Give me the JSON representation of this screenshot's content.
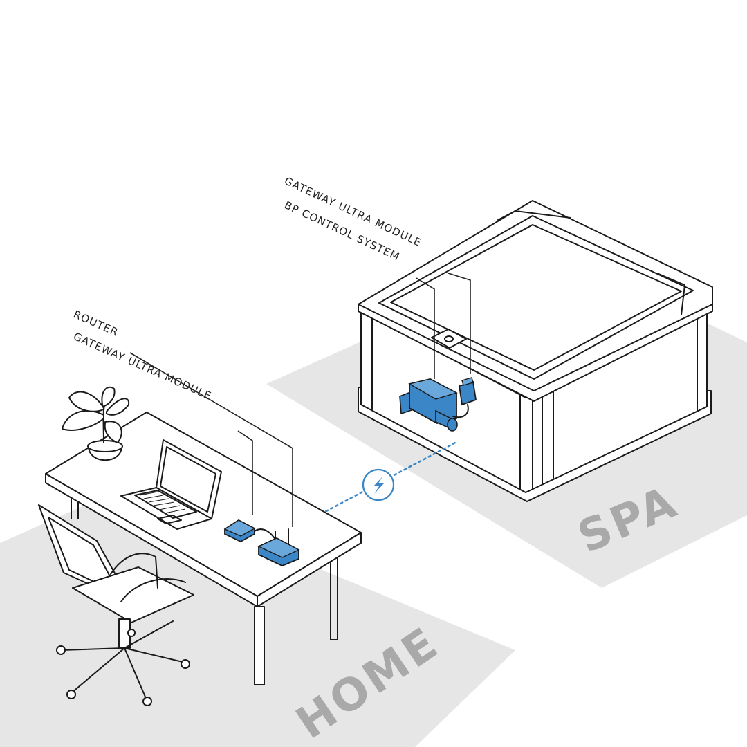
{
  "zones": {
    "home": "HOME",
    "spa": "SPA"
  },
  "labels": {
    "spa_gateway_module": "GATEWAY ULTRA MODULE",
    "spa_control_system": "BP CONTROL SYSTEM",
    "router": "ROUTER",
    "home_gateway_module": "GATEWAY ULTRA MODULE"
  },
  "colors": {
    "device_blue": "#3b86c6",
    "floor_gray": "#e5e5e5",
    "zone_text": "#a9a9a9",
    "line": "#1a1a1a"
  },
  "icons": {
    "wireless_link": "lightning-bolt-icon"
  }
}
